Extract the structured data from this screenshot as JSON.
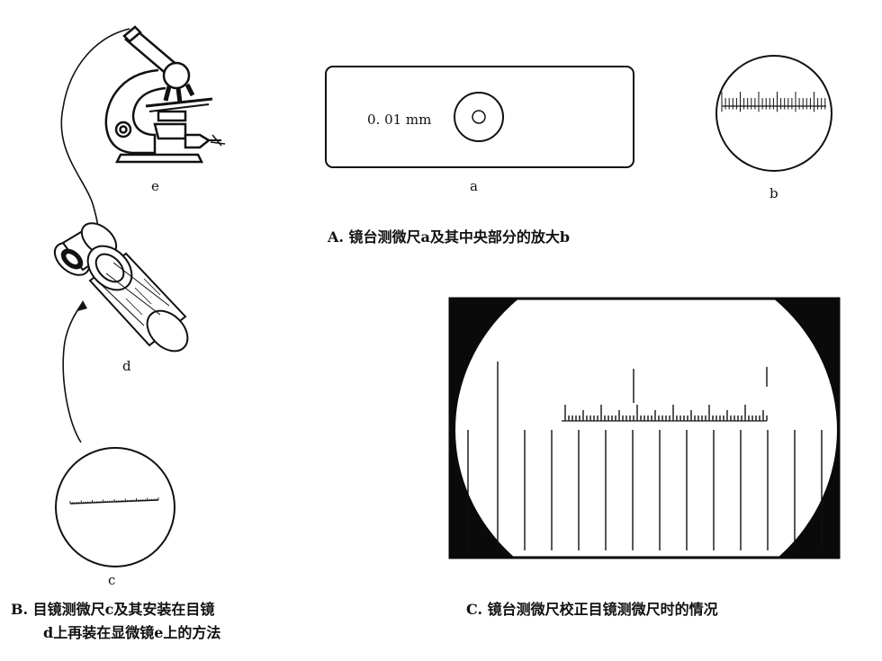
{
  "labels": {
    "a": "a",
    "b": "b",
    "c": "c",
    "d": "d",
    "e": "e",
    "scale_value": "0. 01 mm"
  },
  "captions": {
    "A": "A. 镜台测微尺a及其中央部分的放大b",
    "B_line1": "B. 目镜测微尺c及其安装在目镜",
    "B_line2": "d上再装在显微镜e上的方法",
    "C": "C. 镜台测微尺校正目镜测微尺时的情况"
  },
  "colors": {
    "ink": "#111111",
    "paper": "#ffffff",
    "black_mask": "#0a0a0a"
  },
  "icons": [
    "microscope-icon",
    "eyepiece-icon",
    "eyepiece-cap-icon"
  ]
}
